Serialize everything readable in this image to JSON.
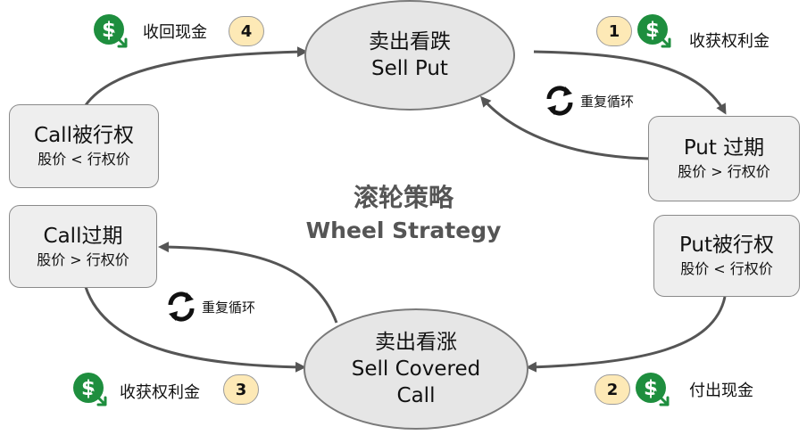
{
  "diagram": {
    "title": "滚轮策略",
    "subtitle": "Wheel Strategy",
    "nodes": {
      "sell_put": {
        "line1": "卖出看跌",
        "line2": "Sell Put"
      },
      "sell_call": {
        "line1": "卖出看涨",
        "line2": "Sell Covered",
        "line3": "Call"
      },
      "put_expire": {
        "title": "Put 过期",
        "condition": "股价 > 行权价"
      },
      "put_assigned": {
        "title": "Put被行权",
        "condition": "股价 < 行权价"
      },
      "call_assigned": {
        "title": "Call被行权",
        "condition": "股价 < 行权价"
      },
      "call_expire": {
        "title": "Call过期",
        "condition": "股价 > 行权价"
      }
    },
    "steps": [
      {
        "number": "1",
        "label": "收获权利金",
        "icon": "dollar-coin-icon"
      },
      {
        "number": "2",
        "label": "付出现金",
        "icon": "dollar-coin-icon"
      },
      {
        "number": "3",
        "label": "收获权利金",
        "icon": "dollar-coin-icon"
      },
      {
        "number": "4",
        "label": "收回现金",
        "icon": "dollar-coin-icon"
      }
    ],
    "repeat_label_top": "重复循环",
    "repeat_label_bottom": "重复循环",
    "colors": {
      "node_fill": "#e6e6e6",
      "box_fill": "#eeeeee",
      "badge_fill": "#fde9b6",
      "coin_green": "#1e8e3e",
      "arrow": "#555555"
    }
  }
}
